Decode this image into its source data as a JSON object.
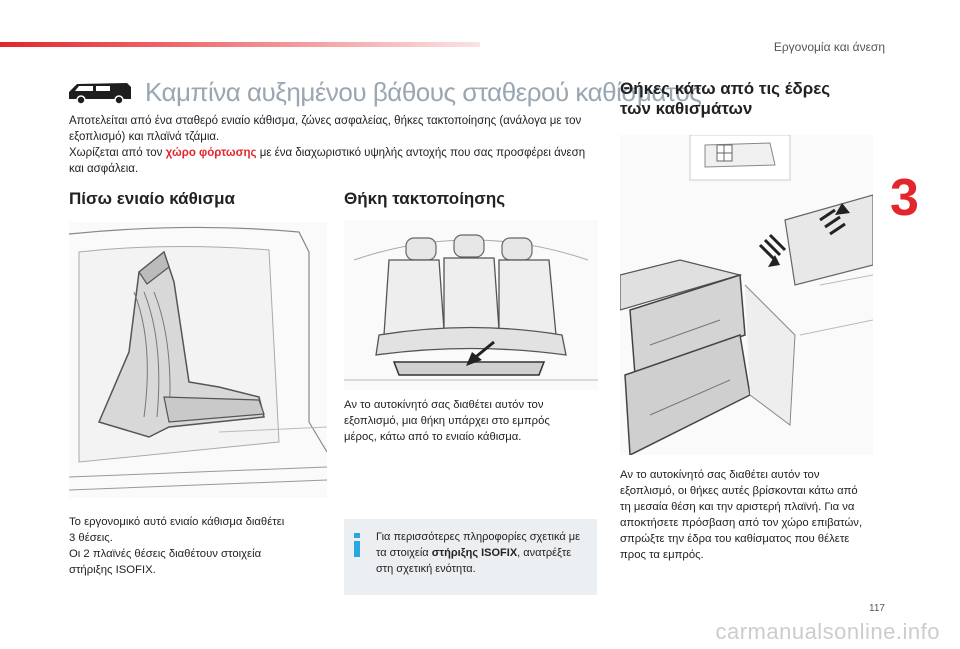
{
  "header": {
    "section_title": "Εργονομία και άνεση",
    "chapter_number": "3"
  },
  "page_title": "Καμπίνα αυξημένου βάθους σταθερού καθίσματος",
  "intro": {
    "line1": "Αποτελείται από ένα σταθερό ενιαίο κάθισμα, ζώνες ασφαλείας, θήκες τακτοποίησης (ανάλογα με τον εξοπλισμό) και πλαϊνά τζάμια.",
    "line2_pre": "Χωρίζεται από τον ",
    "line2_bold": "χώρο φόρτωσης",
    "line2_post": " με ένα διαχωριστικό υψηλής αντοχής που σας προσφέρει άνεση και ασφάλεια."
  },
  "rear_seat": {
    "heading": "Πίσω ενιαίο κάθισμα",
    "text1": "Το εργονομικό αυτό ενιαίο κάθισμα διαθέτει 3 θέσεις.",
    "text2": "Οι 2 πλαϊνές θέσεις διαθέτουν στοιχεία στήριξης ISOFIX."
  },
  "storage": {
    "heading": "Θήκη τακτοποίησης",
    "text": "Αν το αυτοκίνητό σας διαθέτει αυτόν τον εξοπλισμό, μια θήκη υπάρχει στο εμπρός μέρος, κάτω από το ενιαίο κάθισμα."
  },
  "under_seat": {
    "heading_line1": "Θήκες κάτω από τις έδρες",
    "heading_line2": "των καθισμάτων",
    "text": "Αν το αυτοκίνητό σας διαθέτει αυτόν τον εξοπλισμό, οι θήκες αυτές βρίσκονται κάτω από τη μεσαία θέση και την αριστερή πλαϊνή. Για να αποκτήσετε πρόσβαση από τον χώρο επιβατών, σπρώξτε την έδρα του καθίσματος που θέλετε προς τα εμπρός."
  },
  "info": {
    "pre": "Για περισσότερες πληροφορίες σχετικά με τα στοιχεία ",
    "bold": "στήριξης ISOFIX",
    "post": ", ανατρέξτε στη σχετική ενότητα."
  },
  "page_number": "117",
  "watermark": "carmanualsonline.info",
  "colors": {
    "accent": "#e3262c",
    "title_gray": "#9aa7b2",
    "info_bg": "#eceff2",
    "info_icon": "#2aa7df"
  }
}
